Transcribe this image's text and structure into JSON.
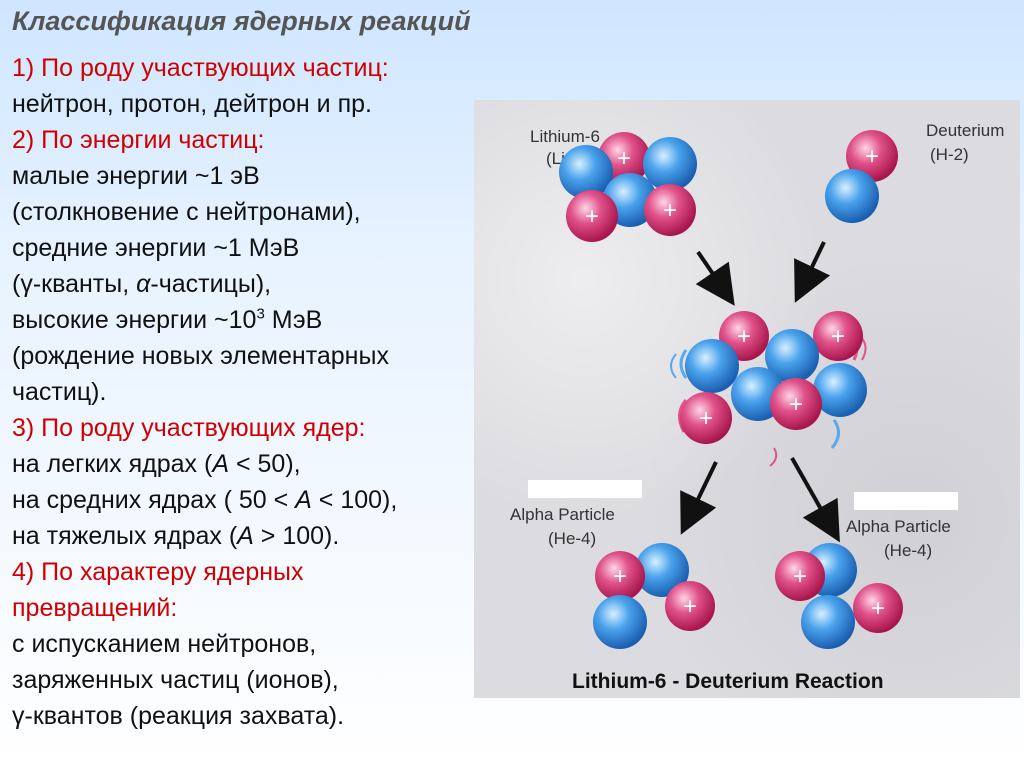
{
  "title": "Классификация ядерных реакций",
  "section1": {
    "heading": "1) По роду участвующих частиц:",
    "line1": "нейтрон, протон, дейтрон и пр."
  },
  "section2": {
    "heading": "2) По энергии частиц:",
    "line1": "малые энергии ~1 эВ",
    "line2": "(столкновение с нейтронами),",
    "line3": "средние энергии ~1 МэВ",
    "line4_gamma": "γ",
    "line4_mid": "-кванты, ",
    "line4_alpha": "α",
    "line4_end": "-частицы),",
    "line5_pre": "высокие энергии ~10",
    "line5_sup": "3",
    "line5_post": " МэВ",
    "line6": "(рождение новых элементарных",
    "line7": "частиц)."
  },
  "section3": {
    "heading": "3) По роду участвующих ядер:",
    "line1_pre": "на легких ядрах (",
    "line1_A": "A",
    "line1_post": " < 50),",
    "line2_pre": "на средних ядрах ( 50 < ",
    "line2_A": "A",
    "line2_post": " < 100),",
    "line3_pre": "на тяжелых ядрах (",
    "line3_A": "A",
    "line3_post": " > 100)."
  },
  "section4": {
    "heading_line1": "4) По характеру ядерных",
    "heading_line2": "превращений:",
    "line1": "с испусканием нейтронов,",
    "line2": "заряженных частиц (ионов),",
    "line3_gamma": "γ",
    "line3_post": "-квантов (реакция захвата)."
  },
  "diagram": {
    "lithium_name": "Lithium-6",
    "lithium_symbol": "(Li-6)",
    "deuterium_name": "Deuterium",
    "deuterium_symbol": "(H-2)",
    "alpha_left_name": "Alpha Particle",
    "alpha_left_symbol": "(He-4)",
    "alpha_right_name": "Alpha Particle",
    "alpha_right_symbol": "(He-4)",
    "caption": "Lithium-6 - Deuterium Reaction",
    "proton_sign": "+",
    "colors": {
      "proton": "#d0306a",
      "neutron": "#3a8fe0"
    }
  }
}
